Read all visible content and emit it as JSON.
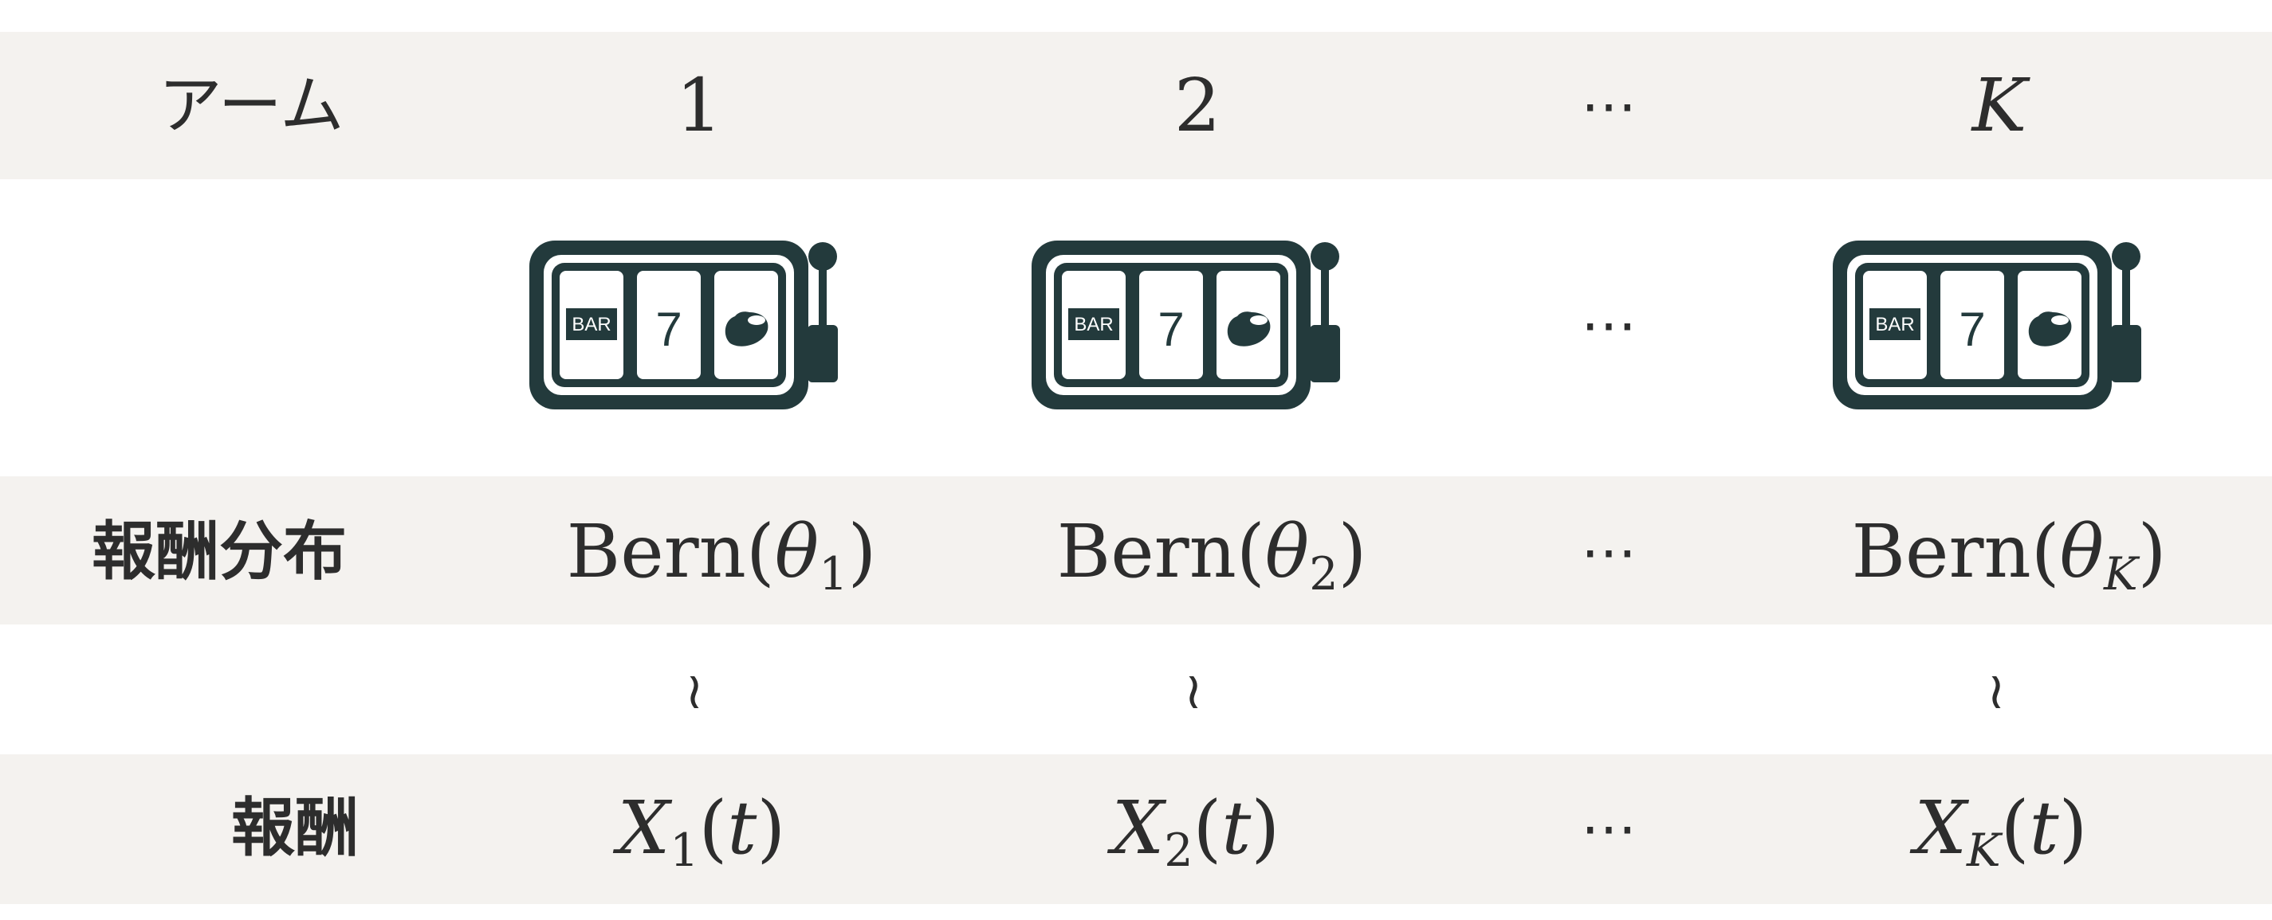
{
  "row_labels": {
    "arm": "アーム",
    "reward_distribution": "報酬分布",
    "reward": "報酬"
  },
  "arms": [
    {
      "index": "1",
      "dist_name": "Bern",
      "param": "θ",
      "param_sub": "1",
      "reward_var": "X",
      "reward_sub": "1",
      "reward_arg": "t"
    },
    {
      "index": "2",
      "dist_name": "Bern",
      "param": "θ",
      "param_sub": "2",
      "reward_var": "X",
      "reward_sub": "2",
      "reward_arg": "t"
    },
    {
      "index": "K",
      "dist_name": "Bern",
      "param": "θ",
      "param_sub": "K",
      "reward_var": "X",
      "reward_sub": "K",
      "reward_arg": "t"
    }
  ],
  "ellipsis": "⋯",
  "tilde": "≀",
  "slot_machine": {
    "bar_label": "BAR",
    "seven_label": "7"
  },
  "colors": {
    "band": "#f4f2ef",
    "icon": "#233a3c",
    "text": "#2d2d2d"
  }
}
